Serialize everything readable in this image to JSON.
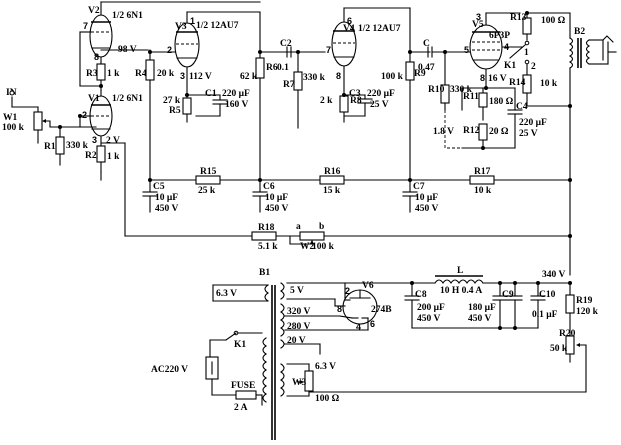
{
  "input": {
    "label": "IN"
  },
  "tubes": {
    "v2": {
      "ref": "V2",
      "type": "1/2 6N1",
      "voltage": "98 V"
    },
    "v1": {
      "ref": "V1",
      "type": "1/2 6N1",
      "voltage": "2 V"
    },
    "v3": {
      "ref": "V3",
      "type": "1/2 12AU7",
      "voltage": "112 V"
    },
    "v4": {
      "ref": "V4",
      "type": "1/2 12AU7"
    },
    "v5": {
      "ref": "V5",
      "type": "6P3P",
      "voltage": "16 V"
    },
    "v6": {
      "ref": "V6",
      "type": "274B"
    }
  },
  "pins": {
    "v2_7": "7",
    "v2_8": "8",
    "v1_2": "2",
    "v1_3": "3",
    "v3_2": "2",
    "v3_3": "3",
    "v3_1": "1",
    "v4_7": "7",
    "v4_8": "8",
    "v4_6": "6",
    "v5_5": "5",
    "v5_4": "4",
    "v5_3": "3",
    "v5_8": "8",
    "v6_2": "2",
    "v6_8": "8",
    "v6_4": "4",
    "v6_6": "6"
  },
  "resistors": {
    "w1": {
      "ref": "W1",
      "value": "100 k"
    },
    "r1": {
      "ref": "R1",
      "value": "330 k"
    },
    "r2": {
      "ref": "R2",
      "value": "1 k"
    },
    "r3": {
      "ref": "R3",
      "value": "1 k"
    },
    "r4": {
      "ref": "R4",
      "value": "20 k"
    },
    "r5": {
      "ref": "R5",
      "value": "27 k"
    },
    "r6": {
      "ref": "R6",
      "value": "62 k"
    },
    "r7": {
      "ref": "R7",
      "value": "330 k"
    },
    "r8": {
      "ref": "R8",
      "value": "2 k"
    },
    "r9": {
      "ref": "R9",
      "value": "100 k"
    },
    "r10": {
      "ref": "R10",
      "value": "330 k"
    },
    "r11": {
      "ref": "R11",
      "value": "180 Ω"
    },
    "r12": {
      "ref": "R12",
      "value": "20 Ω"
    },
    "r13": {
      "ref": "R13",
      "value": "100 Ω"
    },
    "r14": {
      "ref": "R14",
      "value": "10 k"
    },
    "r15": {
      "ref": "R15",
      "value": "25 k"
    },
    "r16": {
      "ref": "R16",
      "value": "15 k"
    },
    "r17": {
      "ref": "R17",
      "value": "10 k"
    },
    "r18": {
      "ref": "R18",
      "value": "5.1 k"
    },
    "w2": {
      "ref": "W2",
      "value": "100 k"
    },
    "r19": {
      "ref": "R19",
      "value": "120 k"
    },
    "r20": {
      "ref": "R20",
      "value": "50 k"
    },
    "w3": {
      "ref": "W3",
      "value": "100 Ω"
    }
  },
  "capacitors": {
    "c1": {
      "ref": "C1",
      "value1": "220 μF",
      "value2": "160 V"
    },
    "c2": {
      "ref": "C2",
      "value": "0.1"
    },
    "c3": {
      "ref": "C3",
      "value1": "220 μF",
      "value2": "25 V"
    },
    "c4": {
      "ref": "C4",
      "value1": "220 μF",
      "value2": "25 V"
    },
    "c5": {
      "ref": "C5",
      "value1": "10 μF",
      "value2": "450 V"
    },
    "c6": {
      "ref": "C6",
      "value1": "10 μF",
      "value2": "450 V"
    },
    "c7": {
      "ref": "C7",
      "value1": "10 μF",
      "value2": "450 V"
    },
    "c8": {
      "ref": "C8",
      "value1": "200 μF",
      "value2": "450 V"
    },
    "c9": {
      "ref": "C9",
      "value1": "180 μF",
      "value2": "450 V"
    },
    "c10": {
      "ref": "C10",
      "value": "0.1 μF"
    },
    "c_coupling": {
      "ref": "C",
      "value": "0.47"
    }
  },
  "misc": {
    "v5_bias": "1.8 V",
    "switch_k1": "K1",
    "k1_pos1": "1",
    "k1_pos2": "2",
    "transformer_out": "B2",
    "tap_a": "a",
    "tap_b": "b"
  },
  "power": {
    "b1": "B1",
    "heater_63_left": "6.3 V",
    "sec_5v": "5 V",
    "sec_320v": "320 V",
    "sec_280v": "280 V",
    "sec_20v": "20 V",
    "heater_63_right": "6.3 V",
    "ac_in": "AC220 V",
    "switch": "K1",
    "fuse_label": "FUSE",
    "fuse_value": "2 A",
    "choke_ref": "L",
    "choke_value": "10 H 0.4 A",
    "b_plus": "340 V"
  }
}
